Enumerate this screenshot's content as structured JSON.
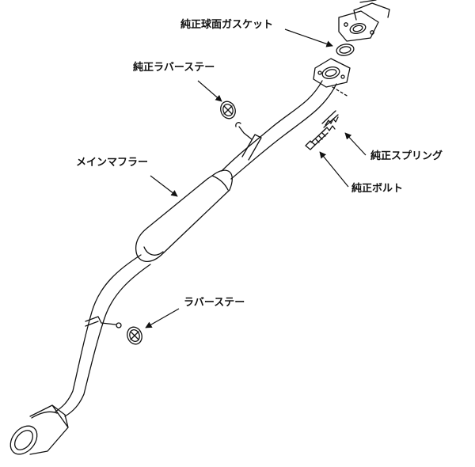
{
  "labels": {
    "oem_spherical_gasket": "純正球面ガスケット",
    "oem_rubber_stay": "純正ラバーステー",
    "main_muffler": "メインマフラー",
    "oem_spring": "純正スプリング",
    "oem_bolt": "純正ボルト",
    "rubber_stay": "ラバーステー"
  },
  "colors": {
    "line": "#111111",
    "text": "#111111",
    "background": "#ffffff"
  }
}
